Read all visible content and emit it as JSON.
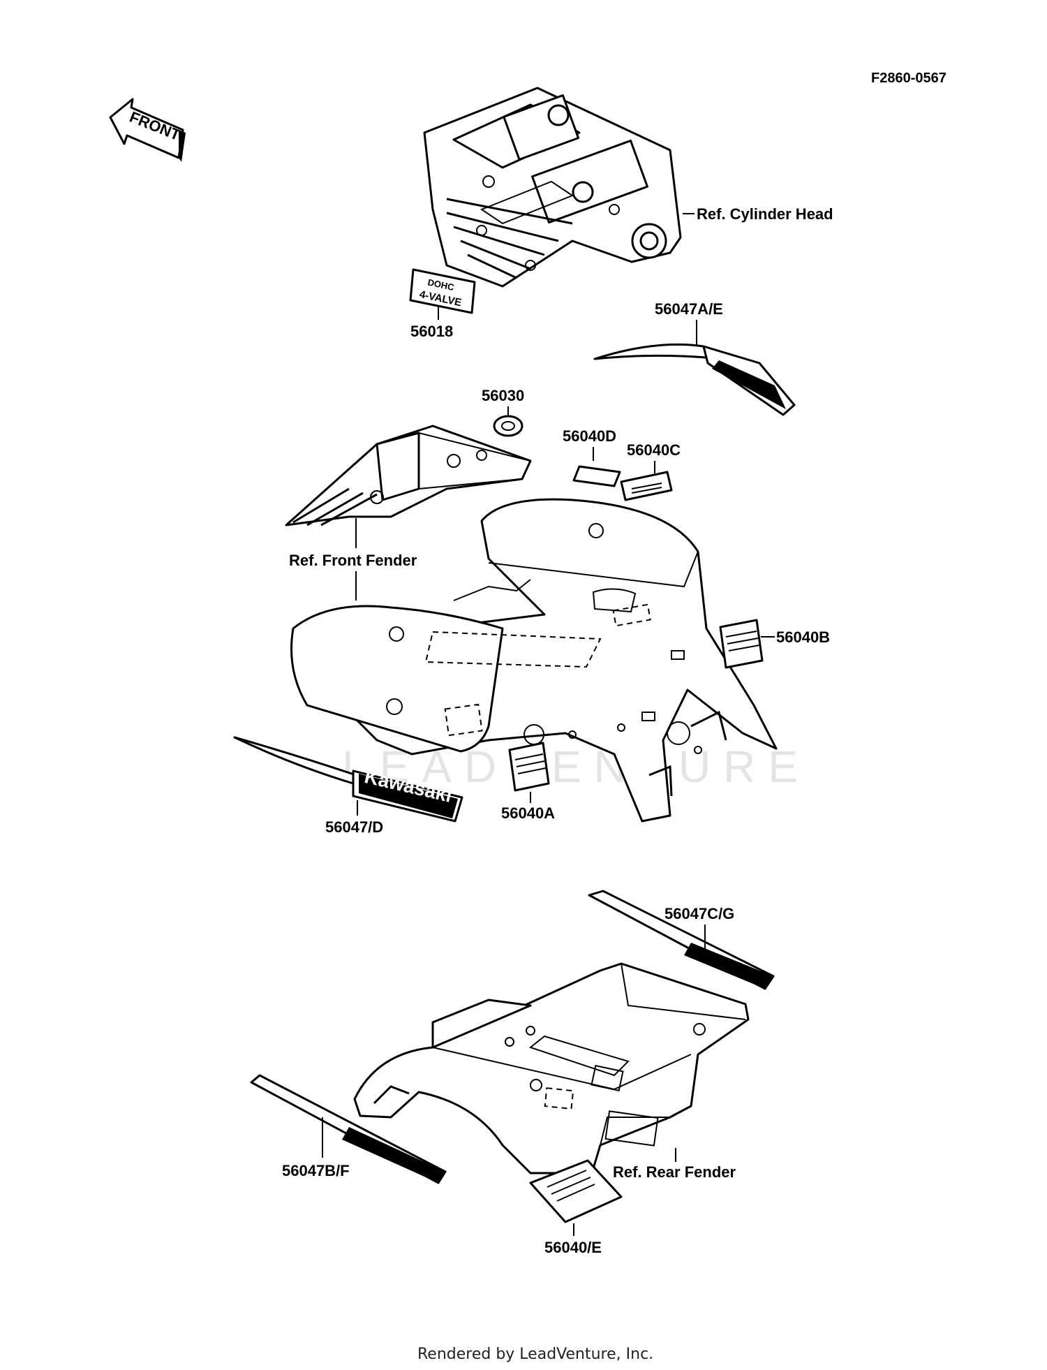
{
  "code": "F2860-0567",
  "front_arrow": "FRONT",
  "labels": {
    "ref_cylinder_head": "Ref. Cylinder Head",
    "p56018": "56018",
    "p56047AE": "56047A/E",
    "p56030": "56030",
    "p56040D": "56040D",
    "p56040C": "56040C",
    "ref_front_fender": "Ref. Front Fender",
    "p56040B": "56040B",
    "p56047D": "56047/D",
    "p56040A": "56040A",
    "p56047CG": "56047C/G",
    "p56047BF": "56047B/F",
    "ref_rear_fender": "Ref. Rear Fender",
    "p56040E": "56040/E"
  },
  "decal_text": {
    "kawasaki": "Kawasaki",
    "valve_top": "DOHC",
    "valve_bottom": "4-VALVE"
  },
  "watermark": "LEADVENTURE",
  "footer": "Rendered by LeadVenture, Inc."
}
